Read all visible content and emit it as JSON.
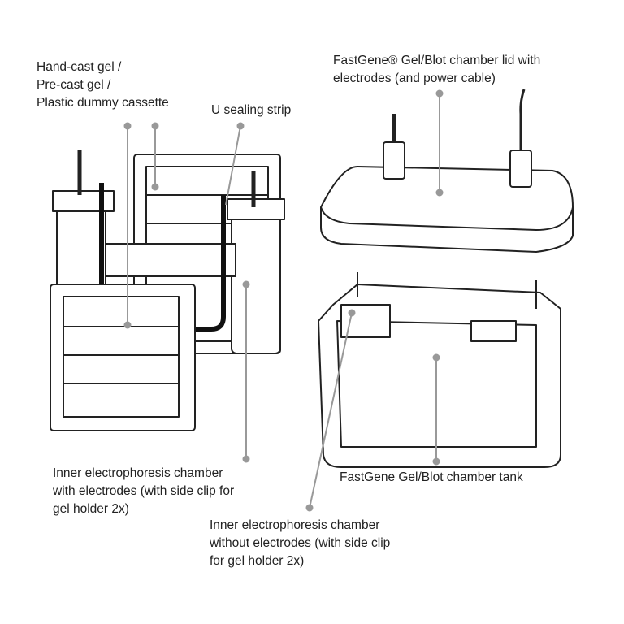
{
  "labels": {
    "cassette": [
      "Hand-cast gel /",
      "Pre-cast gel /",
      "Plastic dummy cassette"
    ],
    "sealing_strip": [
      "U sealing strip"
    ],
    "lid": [
      "FastGene® Gel/Blot chamber lid with",
      "electrodes (and power cable)"
    ],
    "tank": [
      "FastGene Gel/Blot chamber tank"
    ],
    "inner_with": [
      "Inner electrophoresis chamber",
      "with electrodes (with side clip for",
      "gel holder 2x)"
    ],
    "inner_without": [
      "Inner electrophoresis chamber",
      "without electrodes (with side clip",
      "for gel holder 2x)"
    ]
  },
  "colors": {
    "line": "#222222",
    "leader": "#999999"
  }
}
